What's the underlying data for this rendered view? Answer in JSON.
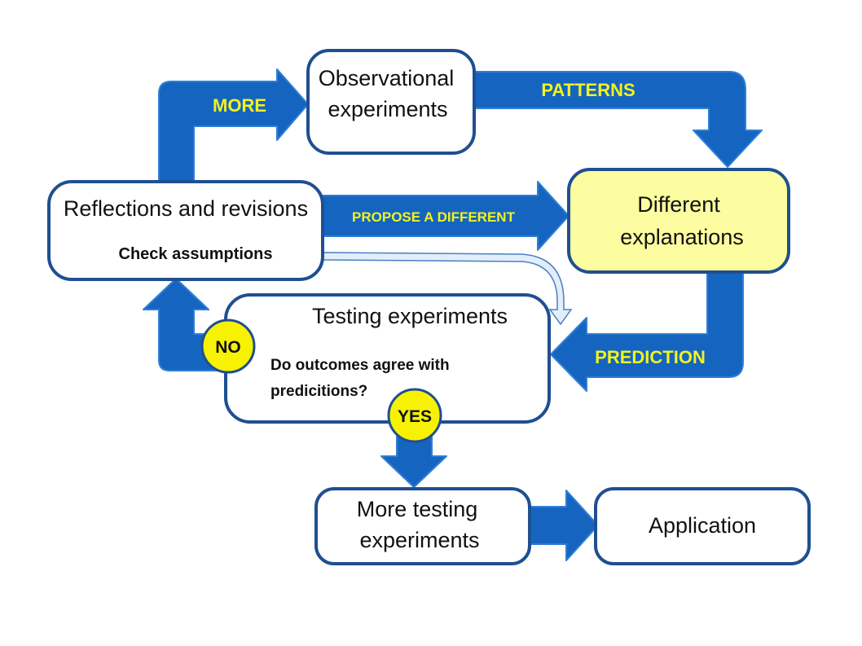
{
  "colors": {
    "arrow_fill": "#1565c0",
    "arrow_shade": "#2f7fd6",
    "box_border": "#1f4f91",
    "box_fill": "#ffffff",
    "highlight_fill": "#fcfca0",
    "label_yellow": "#f2f21e",
    "badge_fill": "#f7f200",
    "thin_arrow_fill": "#e3eefb",
    "thin_arrow_stroke": "#4a7fc4"
  },
  "nodes": {
    "observational": {
      "line1": "Observational",
      "line2": "experiments"
    },
    "explanations": {
      "line1": "Different",
      "line2": "explanations"
    },
    "reflections": {
      "title": "Reflections and revisions",
      "subtitle": "Check assumptions"
    },
    "testing": {
      "title": "Testing experiments",
      "question_line1": "Do outcomes agree with",
      "question_line2": "predicitions?"
    },
    "more_testing": {
      "line1": "More testing",
      "line2": "experiments"
    },
    "application": {
      "label": "Application"
    }
  },
  "arrow_labels": {
    "more": "MORE",
    "patterns": "PATTERNS",
    "propose": "PROPOSE A DIFFERENT",
    "prediction": "PREDICTION"
  },
  "badges": {
    "no": "NO",
    "yes": "YES"
  },
  "icons": {
    "flow_arrow": "arrow-icon"
  }
}
